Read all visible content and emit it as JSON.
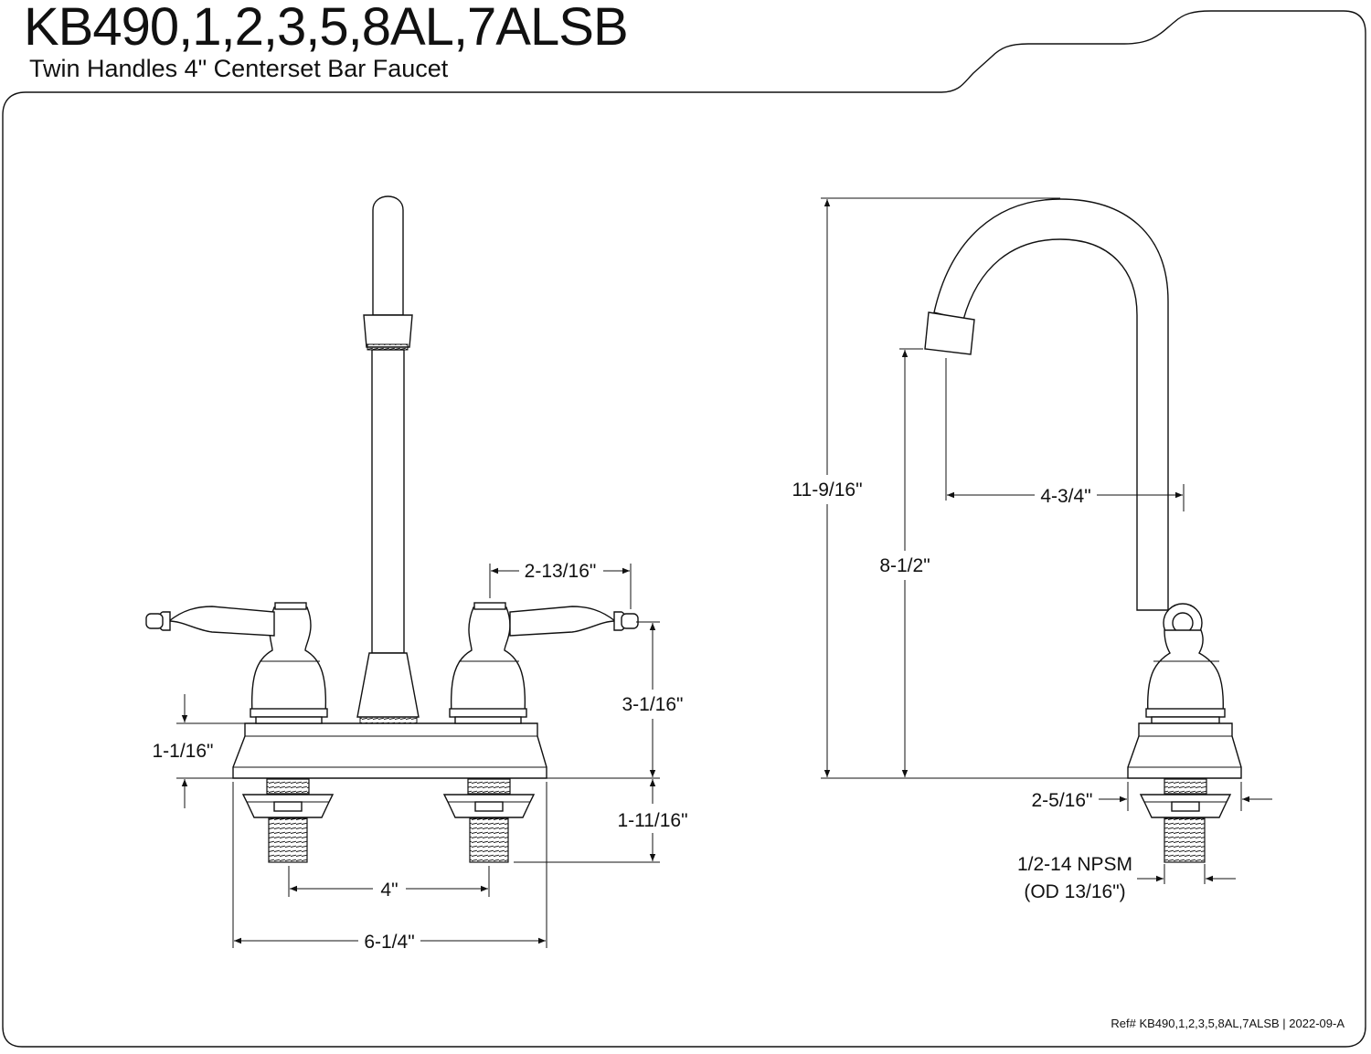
{
  "header": {
    "title": "KB490,1,2,3,5,8AL,7ALSB",
    "subtitle": "Twin Handles 4\" Centerset Bar Faucet"
  },
  "front_view": {
    "dims": {
      "handle_reach": "2-13/16\"",
      "handle_height": "3-1/16\"",
      "base_height": "1-1/16\"",
      "shank_length": "1-11/16\"",
      "centers": "4\"",
      "overall_width": "6-1/4\""
    }
  },
  "side_view": {
    "dims": {
      "overall_height": "11-9/16\"",
      "spout_reach": "4-3/4\"",
      "spout_clearance": "8-1/2\"",
      "base_diameter": "2-5/16\"",
      "thread_spec": "1/2-14 NPSM",
      "thread_od": "(OD 13/16\")"
    }
  },
  "footer": {
    "reference": "Ref# KB490,1,2,3,5,8AL,7ALSB | 2022-09-A"
  }
}
